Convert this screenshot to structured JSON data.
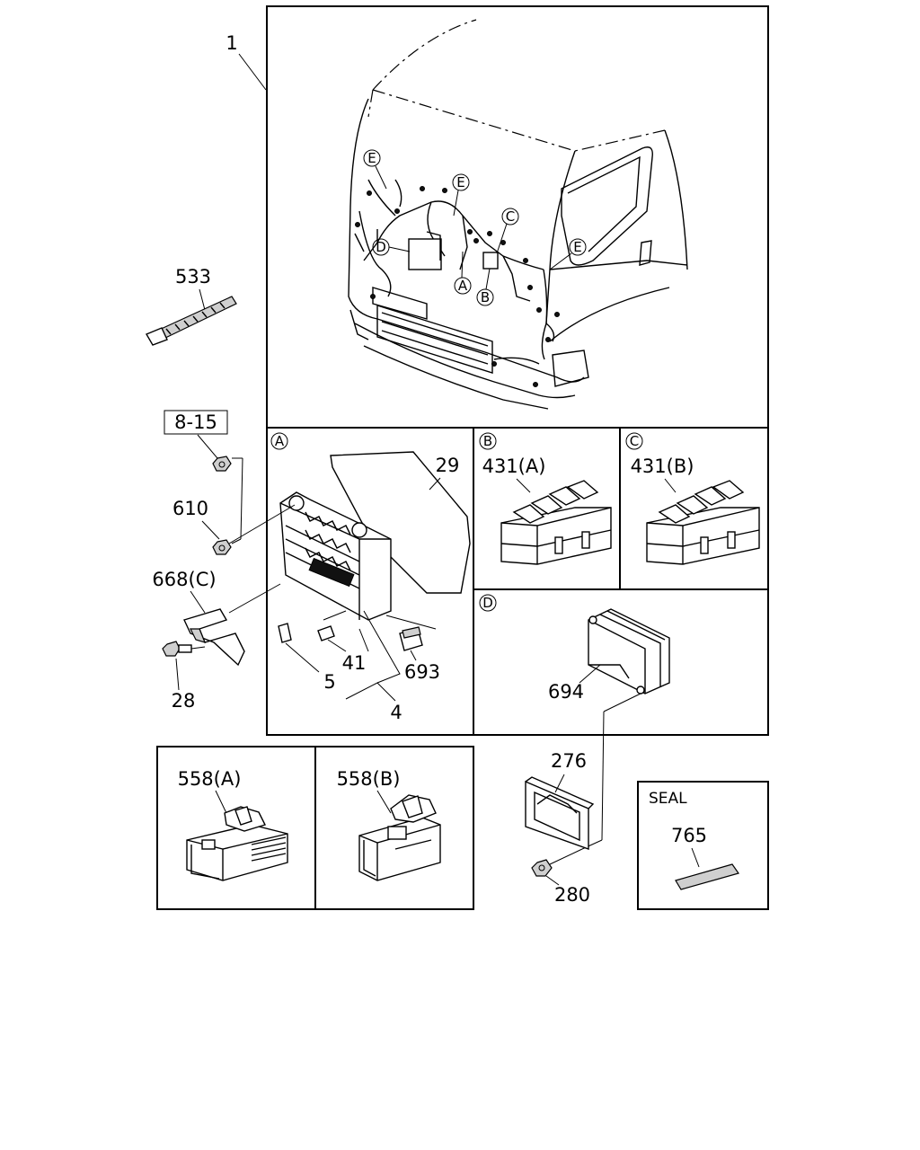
{
  "panels": {
    "A": {
      "letter": "A"
    },
    "B": {
      "letter": "B"
    },
    "C": {
      "letter": "C"
    },
    "D": {
      "letter": "D"
    },
    "seal": {
      "title": "SEAL"
    }
  },
  "callouts": [
    "E",
    "E",
    "E",
    "D",
    "A",
    "B",
    "C"
  ],
  "part_labels": {
    "p1": "1",
    "p533": "533",
    "p8_15": "8-15",
    "p610": "610",
    "p668c": "668(C)",
    "p28": "28",
    "p29": "29",
    "p5": "5",
    "p41": "41",
    "p4": "4",
    "p693": "693",
    "p431a": "431(A)",
    "p431b": "431(B)",
    "p694": "694",
    "p276": "276",
    "p280": "280",
    "p558a": "558(A)",
    "p558b": "558(B)",
    "p765": "765"
  }
}
